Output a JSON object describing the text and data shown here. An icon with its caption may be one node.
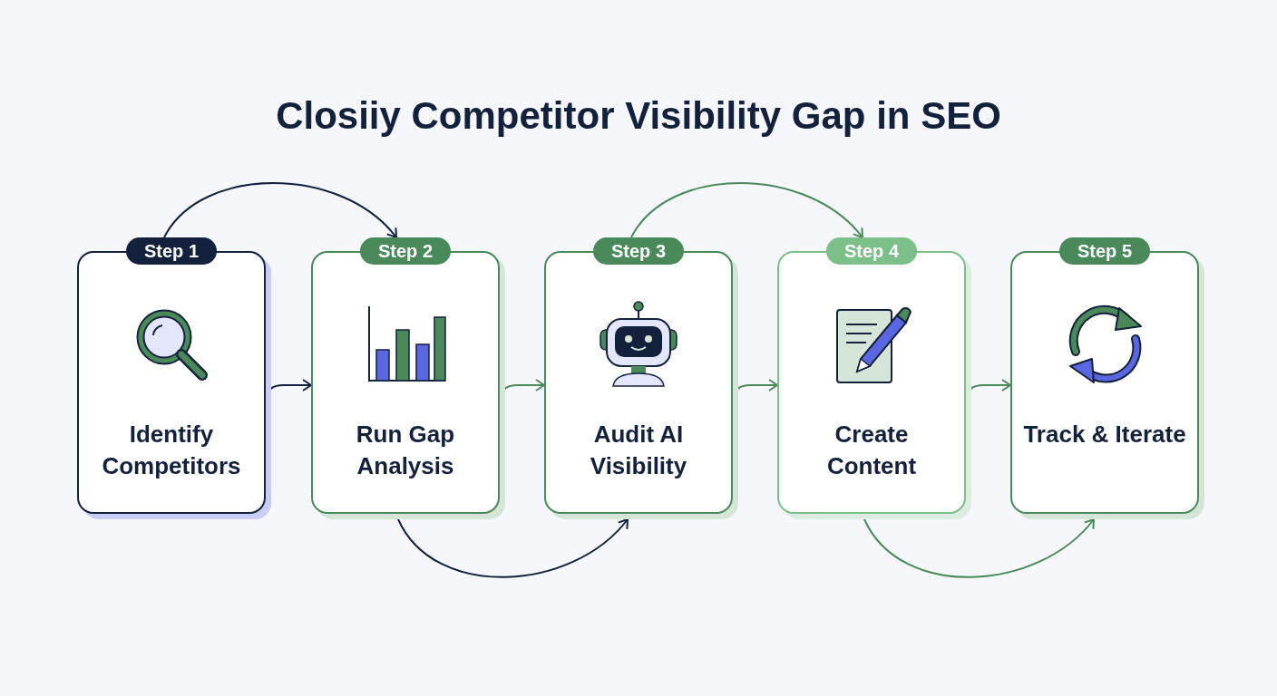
{
  "diagram": {
    "title": "Closiiy Competitor Visibility Gap in SEO",
    "nodes": [
      {
        "text": [
          "Step 1",
          "Identify Competitors"
        ]
      },
      {
        "text": [
          "Step 2",
          "Run Gap Analysis"
        ]
      },
      {
        "text": [
          "Step 3",
          "Audit AI Visibility"
        ]
      },
      {
        "text": [
          "Step 4",
          "Create Content"
        ]
      },
      {
        "text": [
          "Step 5",
          "Track & Iterate"
        ]
      }
    ],
    "edges": [
      {
        "from": 0,
        "to": 1,
        "arrow": "to",
        "color": "#14213d"
      },
      {
        "from": 1,
        "to": 2,
        "arrow": "to"
      },
      {
        "from": 2,
        "to": 3,
        "arrow": "to"
      },
      {
        "from": 3,
        "to": 4,
        "arrow": "to"
      },
      {
        "from": 0,
        "to": 1,
        "arrow": "to",
        "color": "#14213d"
      },
      {
        "from": 1,
        "to": 2,
        "arrow": "to",
        "color": "#14213d"
      },
      {
        "from": 2,
        "to": 3,
        "arrow": "to"
      },
      {
        "from": 3,
        "to": 4,
        "arrow": "to"
      }
    ]
  }
}
